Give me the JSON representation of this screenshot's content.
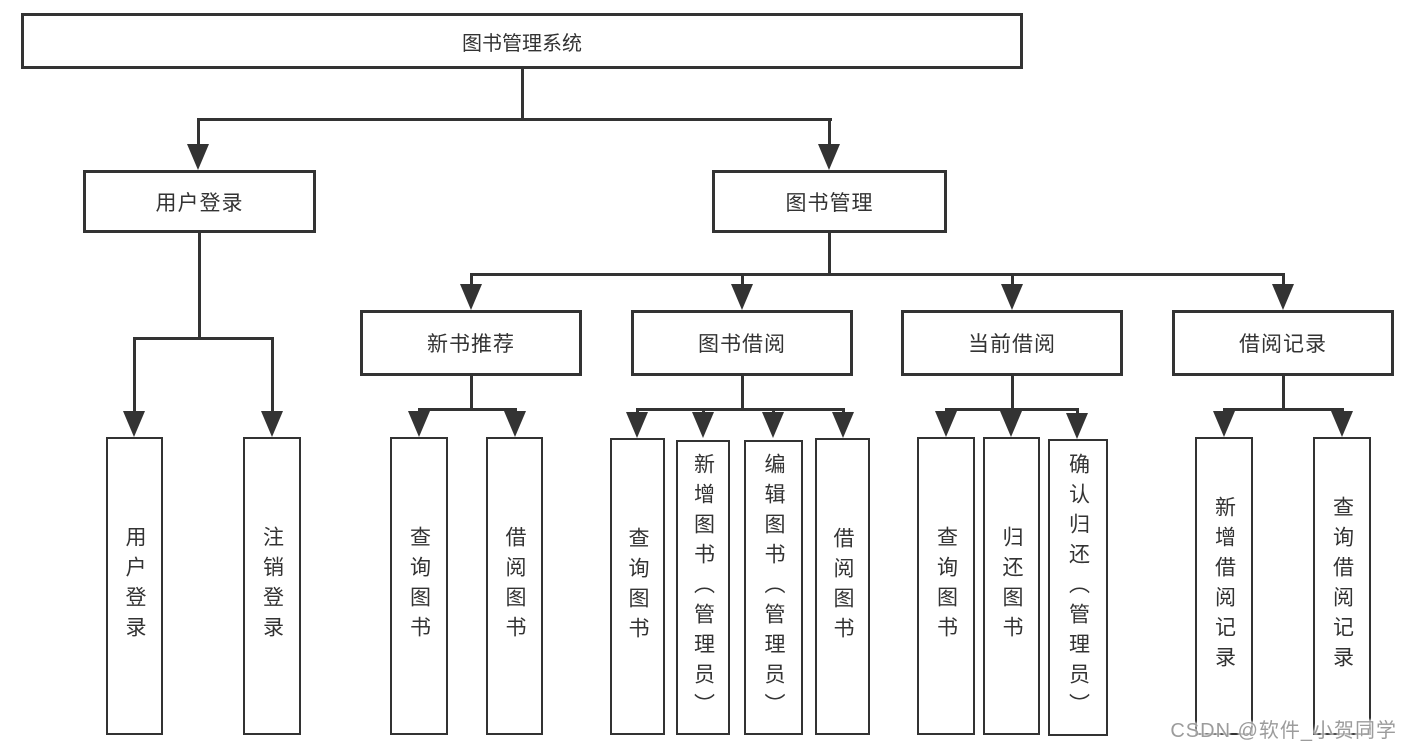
{
  "watermark": "CSDN @软件_小贺同学",
  "colors": {
    "line": "#333333",
    "node_border": "#333333",
    "node_text": "#333333",
    "background": "#ffffff",
    "watermark": "#9c9c9c"
  },
  "tree": {
    "root": {
      "label": "图书管理系统"
    },
    "user_login": {
      "label": "用户登录",
      "children": [
        {
          "label": "用户登录"
        },
        {
          "label": "注销登录"
        }
      ]
    },
    "book_management": {
      "label": "图书管理",
      "groups": [
        {
          "label": "新书推荐",
          "children": [
            {
              "label": "查询图书"
            },
            {
              "label": "借阅图书"
            }
          ]
        },
        {
          "label": "图书借阅",
          "children": [
            {
              "label": "查询图书"
            },
            {
              "label": "新增图书（管理员）"
            },
            {
              "label": "编辑图书（管理员）"
            },
            {
              "label": "借阅图书"
            }
          ]
        },
        {
          "label": "当前借阅",
          "children": [
            {
              "label": "查询图书"
            },
            {
              "label": "归还图书"
            },
            {
              "label": "确认归还（管理员）"
            }
          ]
        },
        {
          "label": "借阅记录",
          "children": [
            {
              "label": "新增借阅记录"
            },
            {
              "label": "查询借阅记录"
            }
          ]
        }
      ]
    }
  }
}
